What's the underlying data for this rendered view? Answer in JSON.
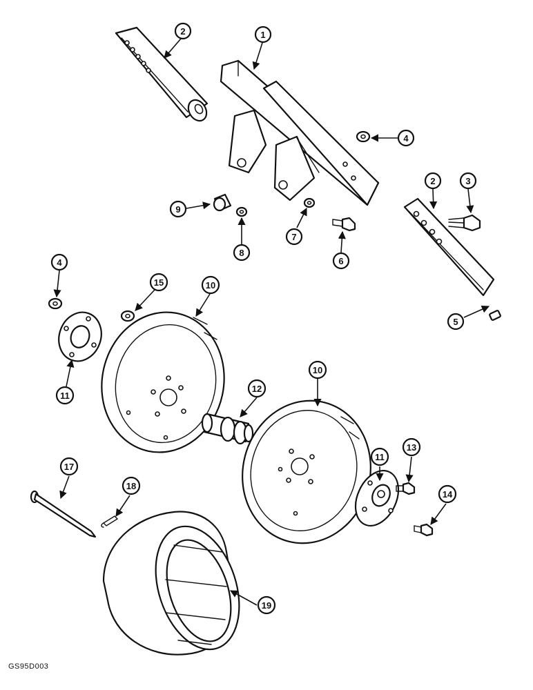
{
  "figure_code": "GS95D003",
  "callouts": [
    {
      "label": "1"
    },
    {
      "label": "2"
    },
    {
      "label": "2"
    },
    {
      "label": "3"
    },
    {
      "label": "4"
    },
    {
      "label": "4"
    },
    {
      "label": "5"
    },
    {
      "label": "6"
    },
    {
      "label": "7"
    },
    {
      "label": "8"
    },
    {
      "label": "9"
    },
    {
      "label": "10"
    },
    {
      "label": "10"
    },
    {
      "label": "11"
    },
    {
      "label": "11"
    },
    {
      "label": "12"
    },
    {
      "label": "13"
    },
    {
      "label": "14"
    },
    {
      "label": "15"
    },
    {
      "label": "17"
    },
    {
      "label": "18"
    },
    {
      "label": "19"
    }
  ]
}
